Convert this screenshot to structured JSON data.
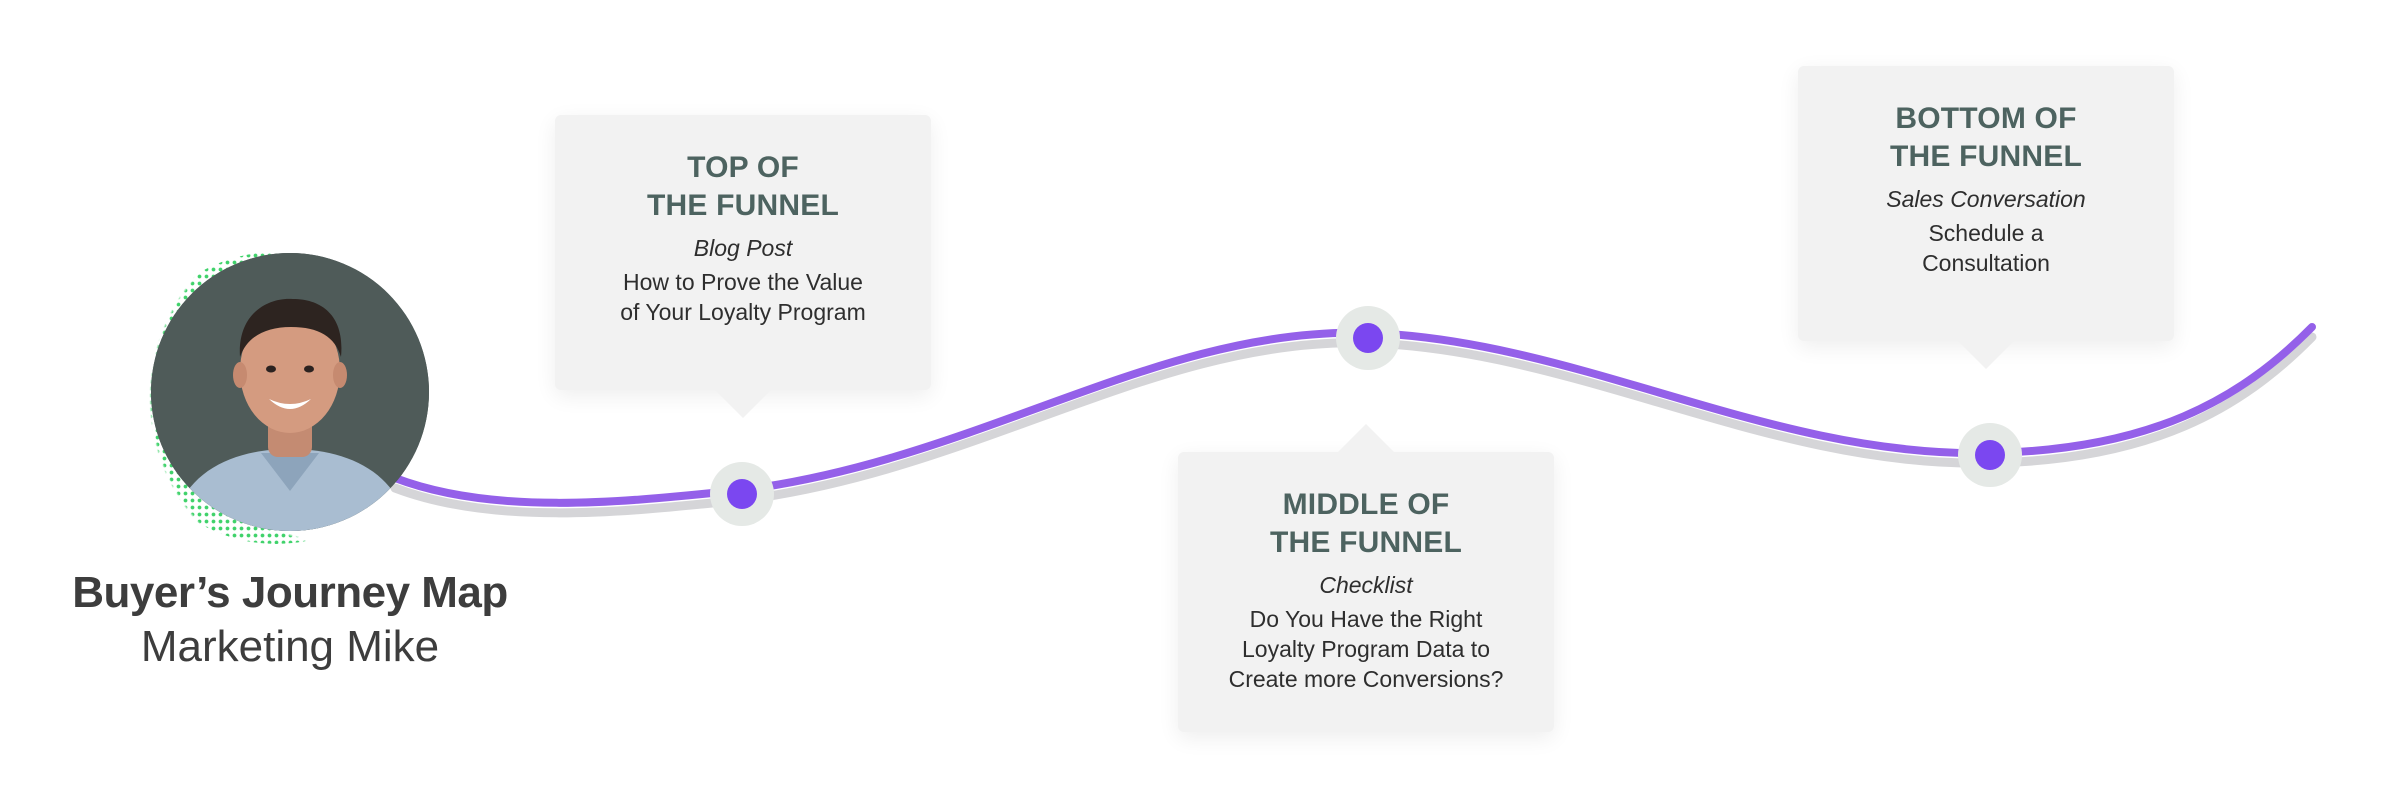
{
  "persona": {
    "title": "Buyer’s Journey Map",
    "name": "Marketing Mike"
  },
  "colors": {
    "accent": "#7b47f0",
    "path_line": "#9460e9",
    "path_shadow": "#d5d5d8",
    "node_halo": "#e5e9e6",
    "card_bg": "#f2f2f2",
    "heading": "#4d6360",
    "dots": "#3fd26a"
  },
  "stages": [
    {
      "heading": "TOP OF\nTHE FUNNEL",
      "content_type": "Blog Post",
      "description": "How to Prove the Value\nof Your Loyalty Program"
    },
    {
      "heading": "MIDDLE OF\nTHE FUNNEL",
      "content_type": "Checklist",
      "description": "Do You Have the Right\nLoyalty Program Data to\nCreate more Conversions?"
    },
    {
      "heading": "BOTTOM OF\nTHE FUNNEL",
      "content_type": "Sales Conversation",
      "description": "Schedule a\nConsultation"
    }
  ]
}
